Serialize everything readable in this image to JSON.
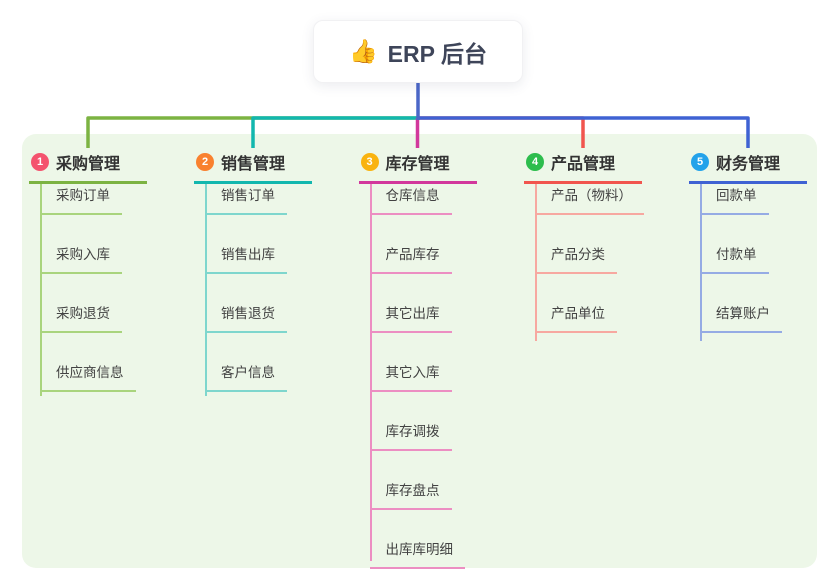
{
  "root": {
    "title": "ERP 后台",
    "emoji": "👍"
  },
  "canvas": {
    "background": "#ffffff",
    "panel_background": "#edf7e8",
    "root_line_color": "#4b67c8",
    "root_text_color": "#3e4559"
  },
  "branches": [
    {
      "num": "1",
      "label": "采购管理",
      "badge_color": "#f4536e",
      "line_color": "#7cb342",
      "child_line_color": "#a9d47d",
      "children": [
        "采购订单",
        "采购入库",
        "采购退货",
        "供应商信息"
      ]
    },
    {
      "num": "2",
      "label": "销售管理",
      "badge_color": "#f9812f",
      "line_color": "#12b7ae",
      "child_line_color": "#7ed6cd",
      "children": [
        "销售订单",
        "销售出库",
        "销售退货",
        "客户信息"
      ]
    },
    {
      "num": "3",
      "label": "库存管理",
      "badge_color": "#f9b30f",
      "line_color": "#d2389c",
      "child_line_color": "#ec8ec2",
      "children": [
        "仓库信息",
        "产品库存",
        "其它出库",
        "其它入库",
        "库存调拨",
        "库存盘点",
        "出库库明细"
      ]
    },
    {
      "num": "4",
      "label": "产品管理",
      "badge_color": "#2dbd4d",
      "line_color": "#f1554e",
      "child_line_color": "#f7a8a0",
      "children": [
        "产品（物料）",
        "产品分类",
        "产品单位"
      ]
    },
    {
      "num": "5",
      "label": "财务管理",
      "badge_color": "#23a2ea",
      "line_color": "#3f62d3",
      "child_line_color": "#95abe4",
      "children": [
        "回款单",
        "付款单",
        "结算账户"
      ]
    }
  ]
}
